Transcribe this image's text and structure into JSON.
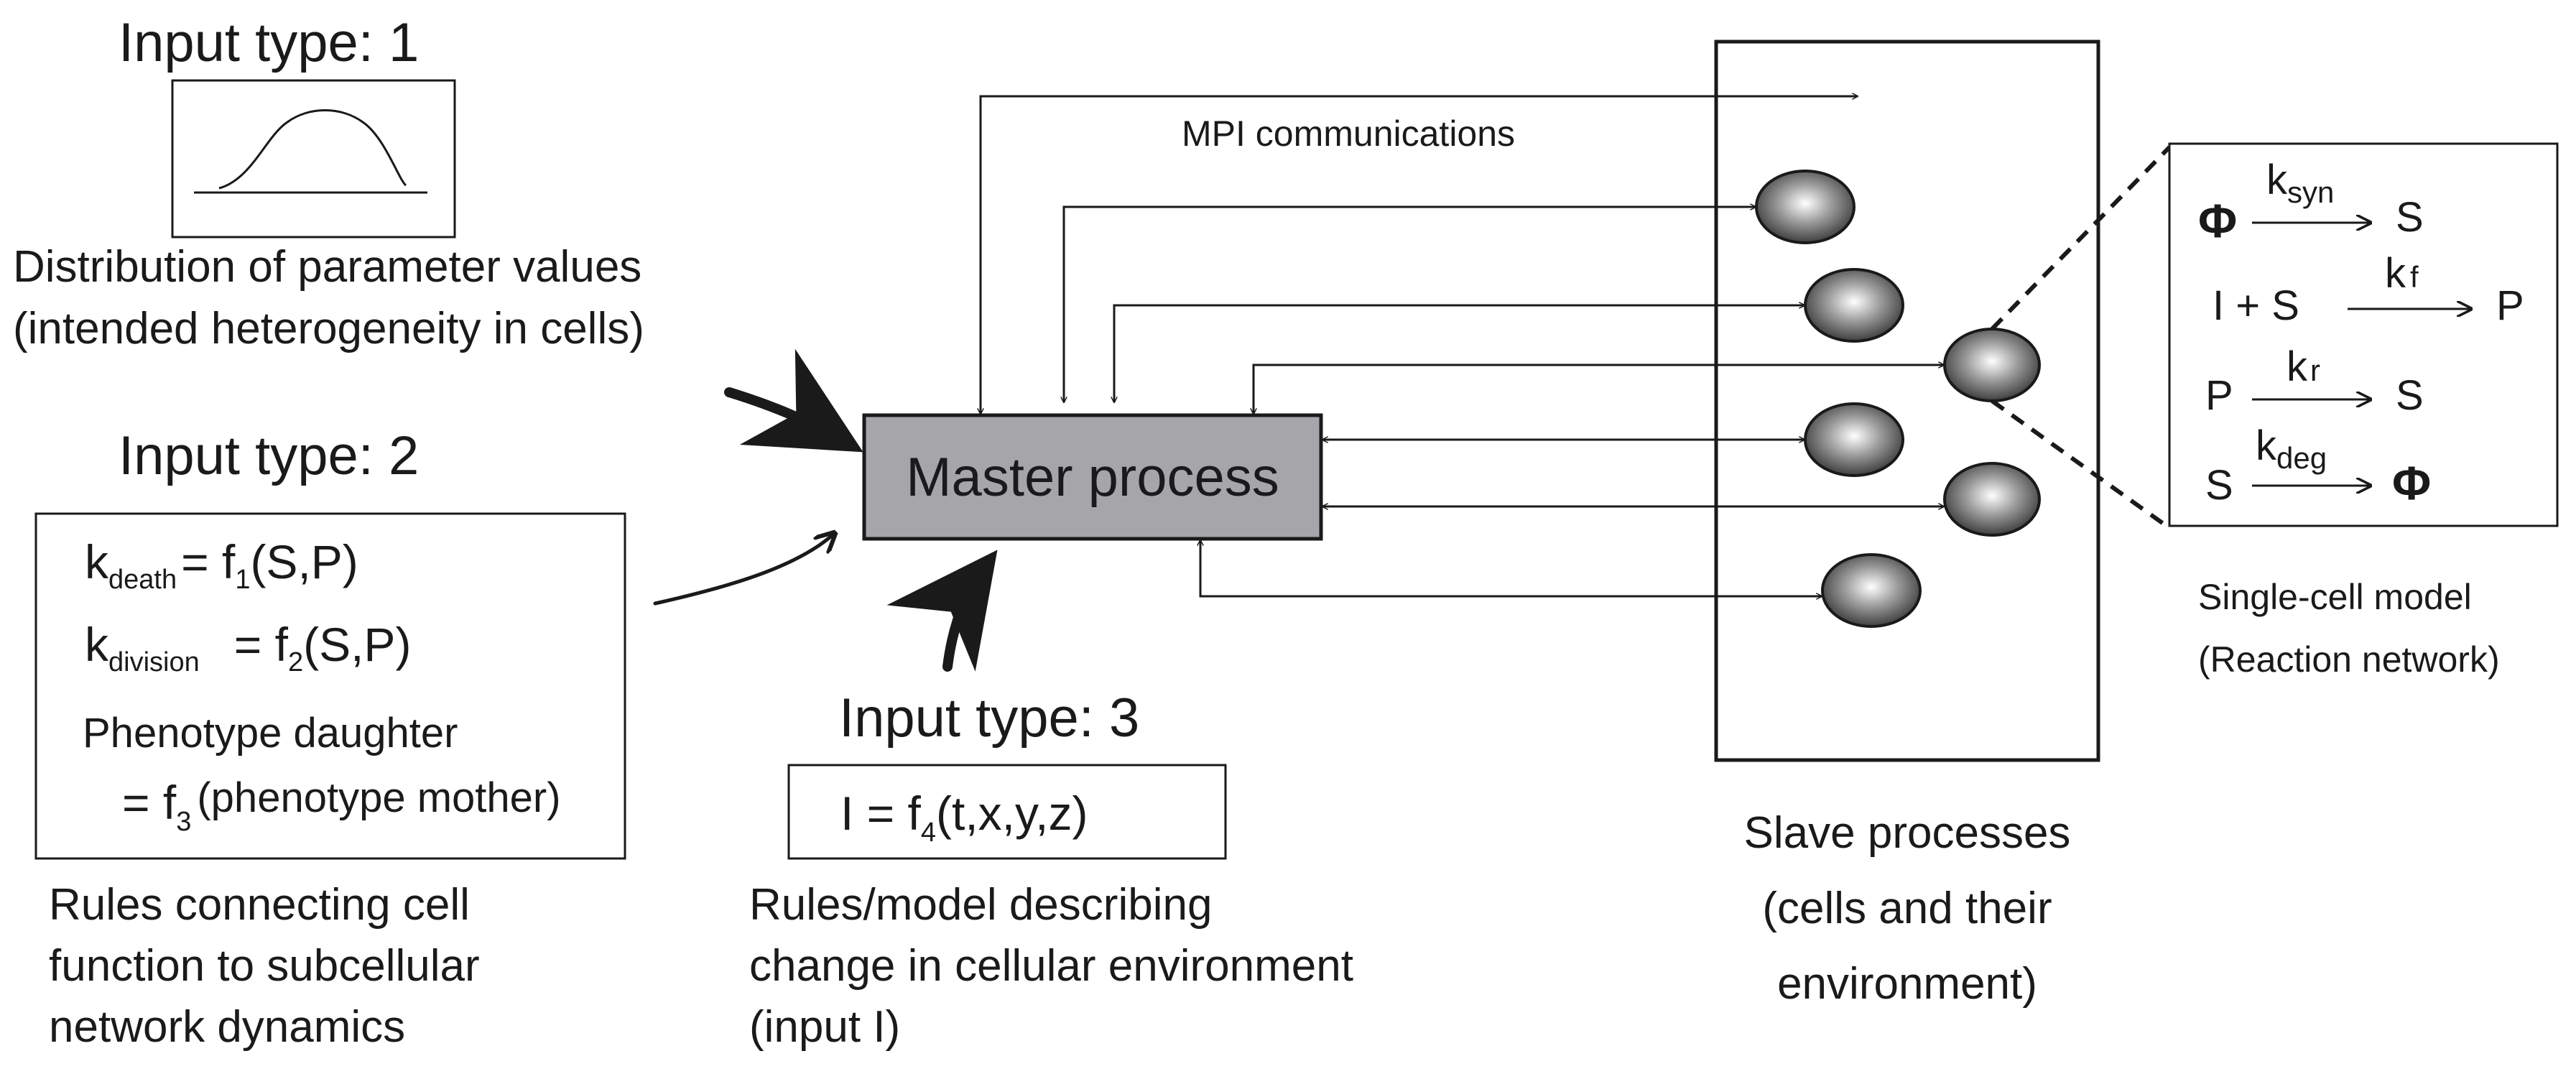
{
  "input1": {
    "title": "Input type: 1",
    "caption_line1": "Distribution of parameter values",
    "caption_line2": "(intended heterogeneity in cells)"
  },
  "input2": {
    "title": "Input type: 2",
    "kdeath_k": "k",
    "kdeath_sub": "death",
    "kdeath_rhs": "= f",
    "kdeath_fsub": "1",
    "kdeath_args": "(S,P)",
    "kdiv_k": "k",
    "kdiv_sub": "division",
    "kdiv_rhs": "= f",
    "kdiv_fsub": "2",
    "kdiv_args": "(S,P)",
    "pheno_line1": "Phenotype daughter",
    "pheno_eq": "= f",
    "pheno_fsub": "3",
    "pheno_args": "(phenotype mother)",
    "caption_line1": "Rules connecting cell",
    "caption_line2": "function to subcellular",
    "caption_line3": "network dynamics"
  },
  "input3": {
    "title": "Input type: 3",
    "eq_lhs": "I = f",
    "eq_sub": "4",
    "eq_args": "(t,x,y,z)",
    "caption_line1": "Rules/model describing",
    "caption_line2": "change in cellular environment",
    "caption_line3": "(input I)"
  },
  "master": {
    "label": "Master process",
    "fill": "#a6a6aa"
  },
  "mpi_label": "MPI communications",
  "slave": {
    "caption_line1": "Slave processes",
    "caption_line2": "(cells and their",
    "caption_line3": "environment)"
  },
  "reactions": {
    "phi": "Φ",
    "r1_k": "k",
    "r1_sub": "syn",
    "r1_product": "S",
    "r2_lhs": "I + S",
    "r2_k": "k",
    "r2_sub": "f",
    "r2_product": "P",
    "r3_lhs": "P",
    "r3_k": "k",
    "r3_sub": "r",
    "r3_product": "S",
    "r4_lhs": "S",
    "r4_k": "k",
    "r4_sub": "deg",
    "caption_line1": "Single-cell model",
    "caption_line2": "(Reaction network)"
  }
}
